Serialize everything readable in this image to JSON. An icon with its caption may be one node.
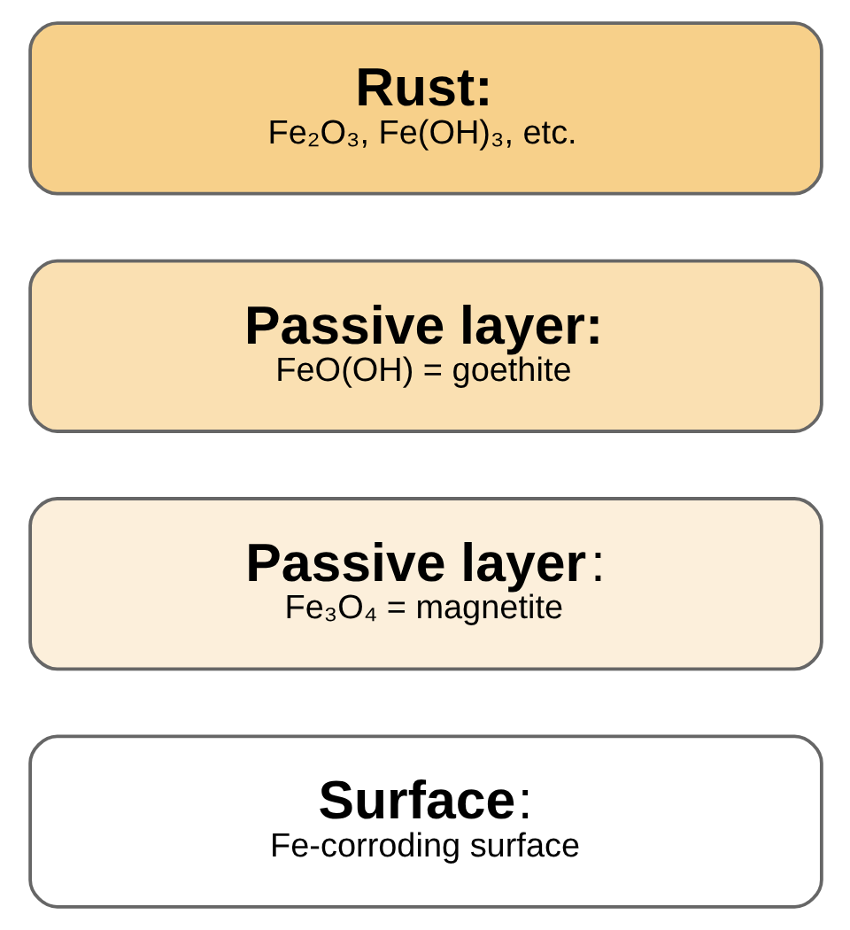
{
  "diagram": {
    "nodes": [
      {
        "text": [
          "Rust:",
          "Fe₂O₃, Fe(OH)₃, etc."
        ]
      },
      {
        "text": [
          "Passive layer:",
          "FeO(OH) = goethite"
        ]
      },
      {
        "text": [
          "**Passive layer**:",
          "Fe₃O₄ = magnetite"
        ]
      },
      {
        "text": [
          "**Surface**:",
          "Fe-corroding surface"
        ]
      }
    ]
  }
}
